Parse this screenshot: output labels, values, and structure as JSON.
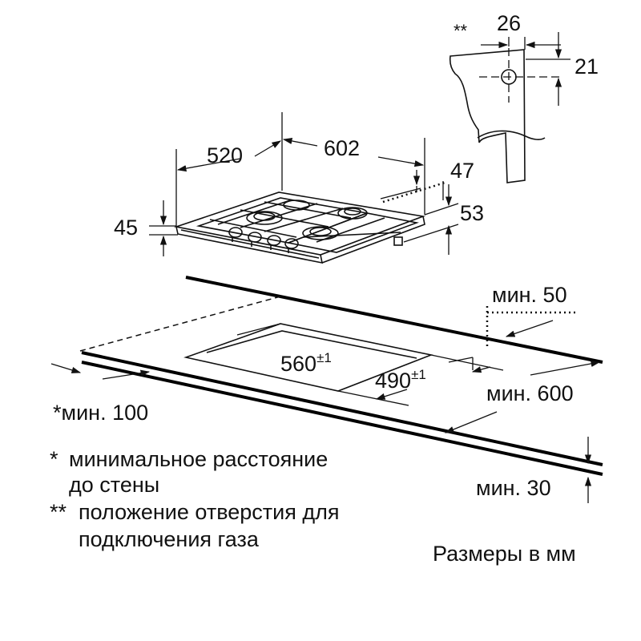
{
  "connection_detail": {
    "marker": "**",
    "width_label": "26",
    "height_label": "21"
  },
  "hob_dimensions": {
    "depth": "520",
    "width": "602",
    "height": "45",
    "overhang_top": "47",
    "overhang_side": "53"
  },
  "cutout": {
    "width_value": "560",
    "width_tolerance": "±1",
    "depth_value": "490",
    "depth_tolerance": "±1",
    "min_back": "мин. 50",
    "min_side": "мин. 600",
    "min_front": "мин. 30",
    "min_wall": "*мин. 100"
  },
  "notes": {
    "star1": "*",
    "star1_text_line1": "минимальное расстояние",
    "star1_text_line2": "до стены",
    "star2": "**",
    "star2_text_line1": "положение отверстия для",
    "star2_text_line2": "подключения газа",
    "units": "Размеры в мм"
  }
}
